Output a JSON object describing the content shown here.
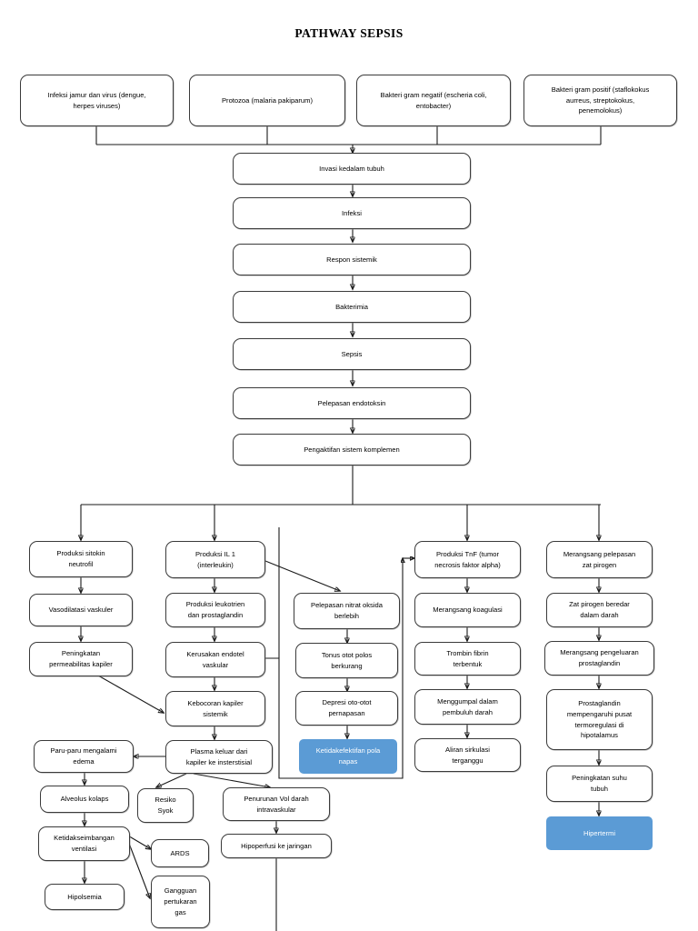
{
  "title": "PATHWAY SEPSIS",
  "colors": {
    "accent_blue": "#5B9BD5",
    "node_border": "#3a3a3a",
    "line": "#1a1a1a",
    "page_background": "#ffffff"
  },
  "etiology_row": [
    {
      "id": "etio-jamur-virus",
      "label": "Infeksi jamur dan virus (dengue,\nherpes viruses)"
    },
    {
      "id": "etio-protozoa",
      "label": "Protozoa (malaria pakiparum)"
    },
    {
      "id": "etio-gram-negatif",
      "label": "Bakteri gram negatif (escheria coli,\nentobacter)"
    },
    {
      "id": "etio-gram-positif",
      "label": "Bakteri gram positif (staflokokus\naurreus, streptokokus,\npenemolokus)"
    }
  ],
  "main_chain": [
    {
      "id": "invasi",
      "label": "Invasi kedalam tubuh"
    },
    {
      "id": "infeksi",
      "label": "Infeksi"
    },
    {
      "id": "respon-sistemik",
      "label": "Respon sistemik"
    },
    {
      "id": "bakterimia",
      "label": "Bakterimia"
    },
    {
      "id": "sepsis",
      "label": "Sepsis"
    },
    {
      "id": "pelepasan-endotoksin",
      "label": "Pelepasan endotoksin"
    },
    {
      "id": "pengaktifan-komplemen",
      "label": "Pengaktifan sistem komplemen"
    }
  ],
  "branches": {
    "column_1_sitokin": [
      {
        "id": "produksi-sitokin",
        "label": "Produksi sitokin\nneutrofil"
      },
      {
        "id": "vasodilatasi",
        "label": "Vasodilatasi vaskuler"
      },
      {
        "id": "peningkatan-permeabilitas",
        "label": "Peningkatan\npermeabilitas kapiler"
      }
    ],
    "column_2_il1": [
      {
        "id": "produksi-il1",
        "label": "Produksi IL 1\n(interleukin)"
      },
      {
        "id": "produksi-leukotrien",
        "label": "Produksi leukotrien\ndan prostaglandin"
      },
      {
        "id": "kerusakan-endotel",
        "label": "Kerusakan endotel\nvaskular"
      },
      {
        "id": "kebocoran-kapiler",
        "label": "Kebocoran kapiler\nsistemik"
      },
      {
        "id": "plasma-keluar",
        "label": "Plasma keluar dari\nkapiler ke insterstisial"
      }
    ],
    "column_3_nitrat": [
      {
        "id": "pelepasan-nitrat",
        "label": "Pelepasan nitrat oksida\nberlebih"
      },
      {
        "id": "tonus-otot",
        "label": "Tonus otot polos\nberkurang"
      },
      {
        "id": "depresi-otot",
        "label": "Depresi oto-otot\npernapasan"
      },
      {
        "id": "ketidakefektifan-pola-napas",
        "label": "Ketidakefektifan pola\nnapas",
        "style": "blue"
      }
    ],
    "column_4_tnf": [
      {
        "id": "produksi-tnf",
        "label": "Produksi TnF (tumor\nnecrosis faktor alpha)"
      },
      {
        "id": "merangsang-koagulasi",
        "label": "Merangsang koagulasi"
      },
      {
        "id": "trombin-fibrin",
        "label": "Trombin fibrin\nterbentuk"
      },
      {
        "id": "menggumpal-pembuluh",
        "label": "Menggumpal dalam\npembuluh darah"
      },
      {
        "id": "aliran-sirkulasi",
        "label": "Aliran sirkulasi\nterganggu"
      }
    ],
    "column_5_pirogen": [
      {
        "id": "merangsang-pirogen",
        "label": "Merangsang pelepasan\nzat pirogen"
      },
      {
        "id": "zat-pirogen-beredar",
        "label": "Zat pirogen beredar\ndalam darah"
      },
      {
        "id": "merangsang-prostaglandin",
        "label": "Merangsang pengeluaran\nprostaglandin"
      },
      {
        "id": "prostaglandin-hipotalamus",
        "label": "Prostaglandin\nmempengaruhi pusat\ntermoregulasi di\nhipotalamus"
      },
      {
        "id": "peningkatan-suhu",
        "label": "Peningkatan suhu\ntubuh"
      },
      {
        "id": "hipertermi",
        "label": "Hipertermi",
        "style": "blue"
      }
    ],
    "respiratory_outcomes": [
      {
        "id": "paru-edema",
        "label": "Paru-paru mengalami\nedema"
      },
      {
        "id": "alveolus-kolaps",
        "label": "Alveolus kolaps"
      },
      {
        "id": "ketidakseimbangan-ventilasi",
        "label": "Ketidakseimbangan\nventilasi"
      },
      {
        "id": "hipolsemia",
        "label": "Hipolsemia"
      },
      {
        "id": "ards",
        "label": "ARDS"
      },
      {
        "id": "gangguan-pertukaran-gas",
        "label": "Gangguan\npertukaran\ngas"
      }
    ],
    "circulatory_outcomes": [
      {
        "id": "resiko-syok",
        "label": "Resiko\nSyok"
      },
      {
        "id": "penurunan-vol-darah",
        "label": "Penurunan Vol darah\nintravaskular"
      },
      {
        "id": "hipoperfusi-jaringan",
        "label": "Hipoperfusi ke jaringan"
      }
    ]
  }
}
